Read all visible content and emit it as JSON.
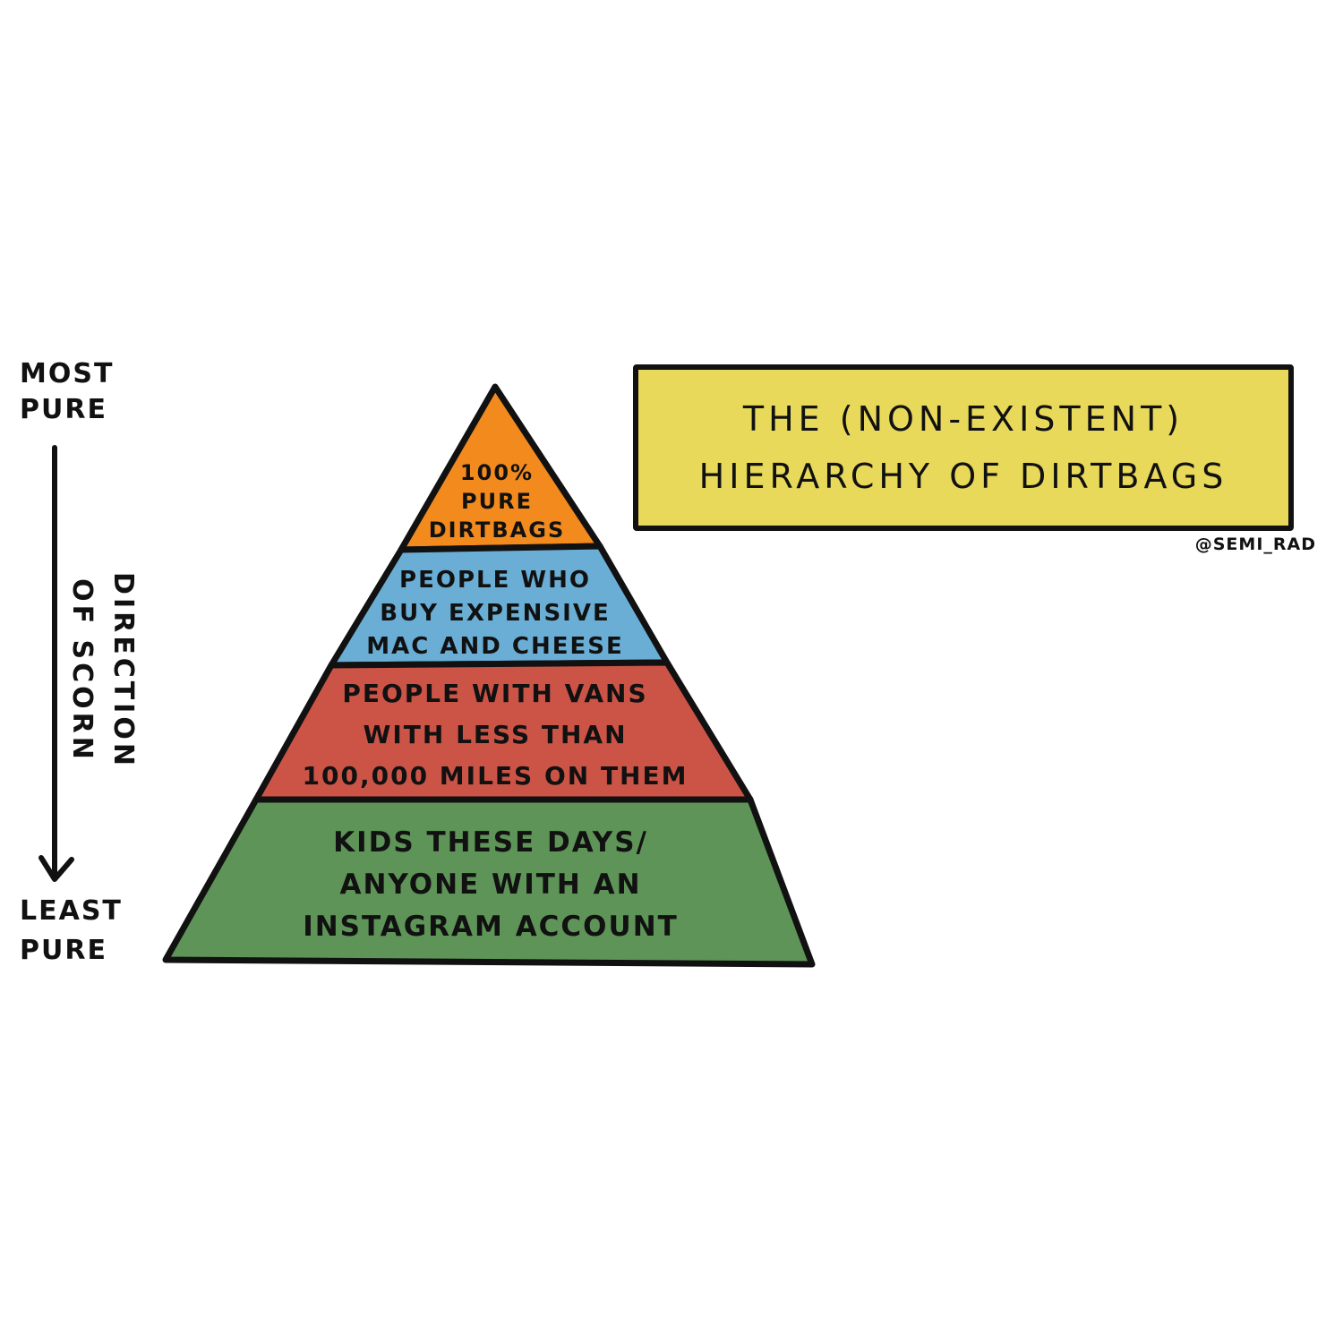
{
  "axis": {
    "top_label": [
      "MOST",
      "PURE"
    ],
    "bottom_label": [
      "LEAST",
      "PURE"
    ],
    "direction_label": [
      "DIRECTION",
      "OF SCORN"
    ]
  },
  "title": {
    "lines": [
      "THE (NON-EXISTENT)",
      "HIERARCHY OF DIRTBAGS"
    ],
    "background_color": "#e8d95a"
  },
  "credit": "@SEMI_RAD",
  "pyramid": {
    "tiers": [
      {
        "lines": [
          "100%",
          "PURE",
          "DIRTBAGS"
        ],
        "color": "#f28a1e"
      },
      {
        "lines": [
          "PEOPLE WHO",
          "BUY EXPENSIVE",
          "MAC AND CHEESE"
        ],
        "color": "#6aaed6"
      },
      {
        "lines": [
          "PEOPLE WITH VANS",
          "WITH LESS THAN",
          "100,000 MILES ON THEM"
        ],
        "color": "#cc5447"
      },
      {
        "lines": [
          "KIDS THESE DAYS/",
          "ANYONE WITH AN",
          "INSTAGRAM ACCOUNT"
        ],
        "color": "#5e9457"
      }
    ]
  }
}
